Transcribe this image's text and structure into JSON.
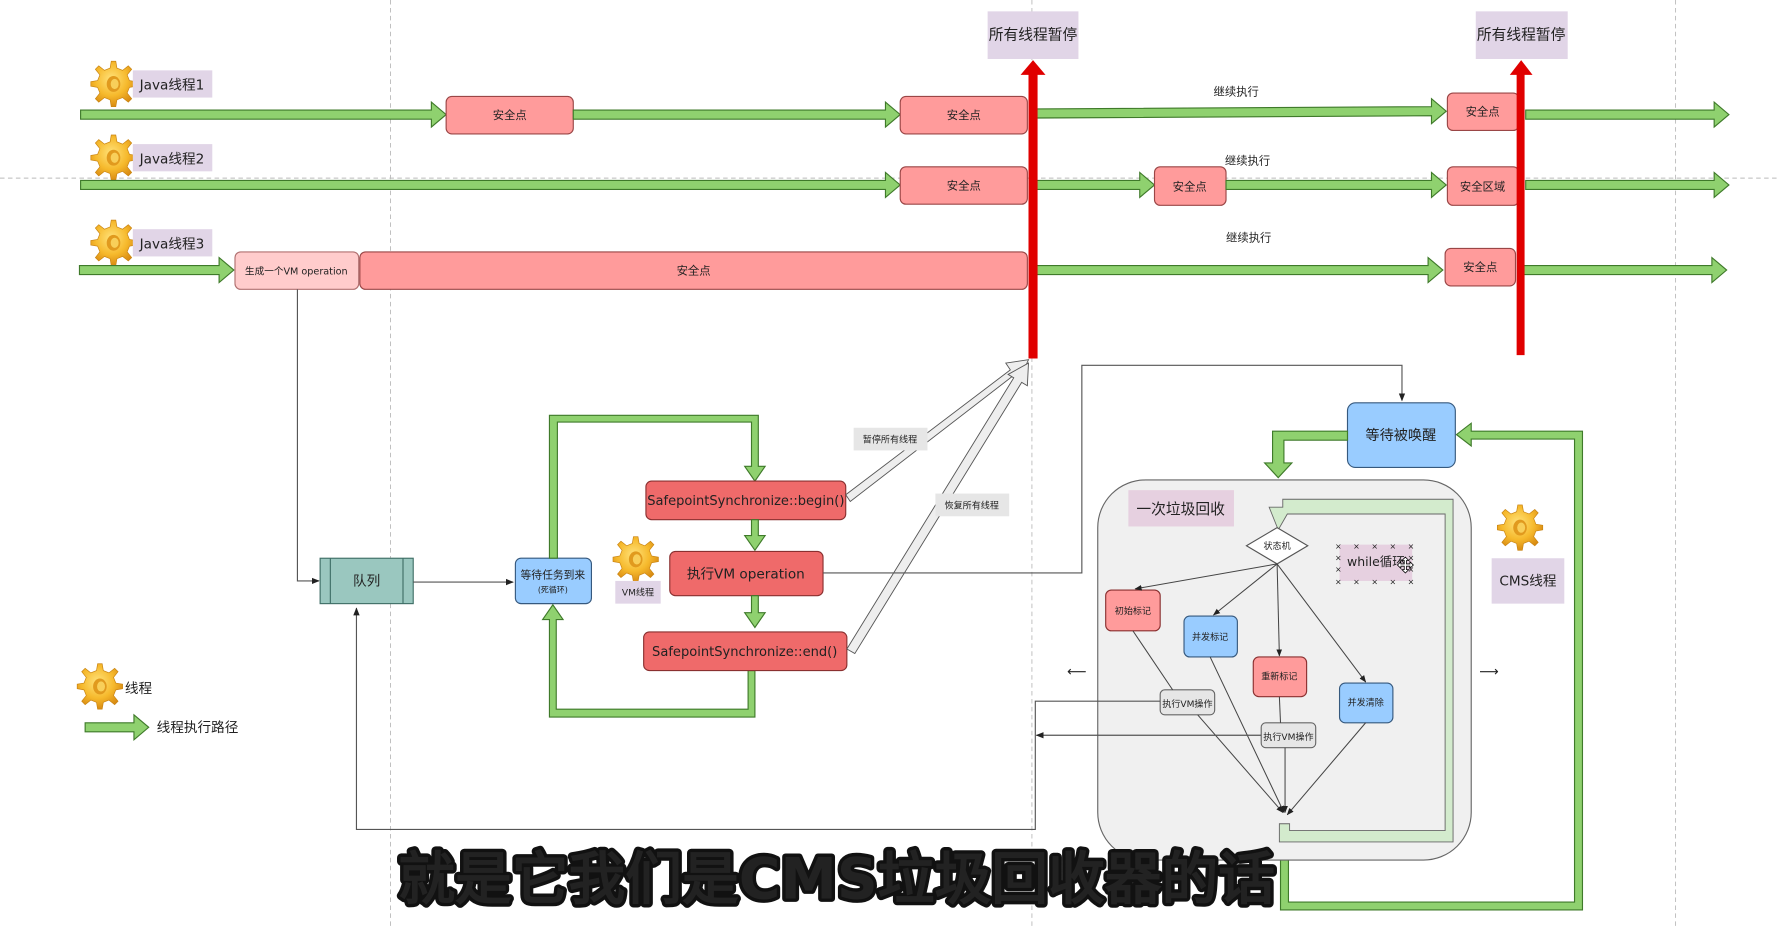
{
  "threads": [
    {
      "label": "Java线程1"
    },
    {
      "label": "Java线程2"
    },
    {
      "label": "Java线程3"
    }
  ],
  "pause_labels": [
    "所有线程暂停",
    "所有线程暂停"
  ],
  "row1": {
    "sp1": "安全点",
    "sp2": "安全点",
    "continue": "继续执行",
    "sp3": "安全点"
  },
  "row2": {
    "sp1": "安全点",
    "continue": "继续执行",
    "sp2": "安全点",
    "region": "安全区域"
  },
  "row3": {
    "gen_vm_op": "生成一个VM operation",
    "sp_long": "安全点",
    "continue": "继续执行",
    "sp2": "安全点"
  },
  "vm": {
    "queue": "队列",
    "wait_task": "等待任务到来",
    "wait_task_sub": "(死循环)",
    "vm_thread": "VM线程",
    "begin": "SafepointSynchronize::begin()",
    "exec": "执行VM operation",
    "end": "SafepointSynchronize::end()",
    "pause_all": "暂停所有线程",
    "resume_all": "恢复所有线程"
  },
  "cms": {
    "wait_wake": "等待被唤醒",
    "gc_once": "一次垃圾回收",
    "state_machine": "状态机",
    "while_loop": "while循环",
    "initial_mark": "初始标记",
    "concurrent_mark": "并发标记",
    "remark": "重新标记",
    "concurrent_sweep": "并发清除",
    "exec_vm_op_1": "执行VM操作",
    "exec_vm_op_2": "执行VM操作",
    "cms_thread": "CMS线程"
  },
  "legend": {
    "thread": "线程",
    "path": "线程执行路径"
  },
  "subtitle": "就是它我们是CMS垃圾回收器的话",
  "colors": {
    "green_fill": "#8fd16f",
    "green_stroke": "#3f7a2a",
    "safepoint": "#ff9b9b",
    "safepoint_dark": "#ef6a6a",
    "blue": "#99ccff",
    "lavender": "#e1d5e7",
    "red_arrow": "#e00000",
    "queue": "#9ac7bf",
    "subtitle_fill": "#ffe21a"
  }
}
